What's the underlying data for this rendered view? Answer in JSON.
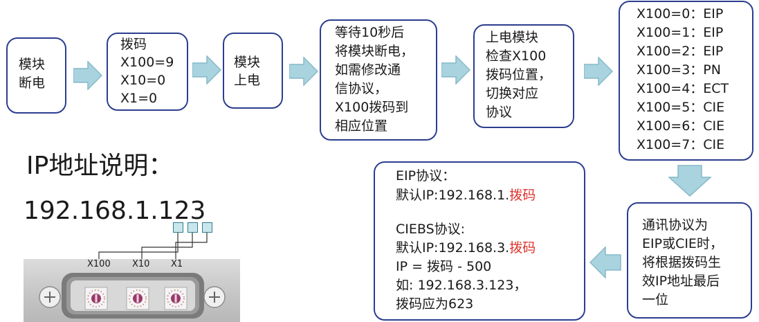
{
  "steps": [
    {
      "lines": [
        "模块",
        "断电"
      ]
    },
    {
      "lines": [
        "拨码",
        "X100=9",
        "X10=0",
        "X1=0"
      ]
    },
    {
      "lines": [
        "模块",
        "上电"
      ]
    },
    {
      "lines": [
        "等待10秒后",
        "将模块断电，",
        "如需修改通",
        "信协议，",
        "X100拨码到",
        "相应位置"
      ]
    },
    {
      "lines": [
        "上电模块",
        "检查X100",
        "拨码位置，",
        "切换对应",
        "协议"
      ]
    },
    {
      "lines": [
        "X100=0：EIP",
        "X100=1：EIP",
        "X100=2：EIP",
        "X100=3：PN",
        "X100=4：ECT",
        "X100=5：CIE",
        "X100=6：CIE",
        "X100=7：CIE"
      ]
    }
  ],
  "note_box": {
    "lines": [
      "通讯协议为",
      "EIP或CIE时，",
      "将根据拨码生",
      "效IP地址最后",
      "一位"
    ]
  },
  "ip_box": {
    "eip_title": "EIP协议：",
    "eip_prefix": "默认IP:192.168.1.",
    "eip_suffix": "拨码",
    "ciebs_title": "CIEBS协议:",
    "ciebs_prefix": "默认IP:192.168.3.",
    "ciebs_suffix": "拨码",
    "formula": "IP = 拨码 - 500",
    "example": "如: 192.168.3.123，",
    "conclusion": "拨码应为623"
  },
  "ip_section": {
    "title": "IP地址说明：",
    "address": "192.168.1.123",
    "switch_labels": [
      "X100",
      "X10",
      "X1"
    ]
  },
  "colors": {
    "border": "#2b3d8f",
    "arrow_fill": "#a9d3de",
    "arrow_stroke": "#86b9c8",
    "highlight": "#e0302a"
  }
}
